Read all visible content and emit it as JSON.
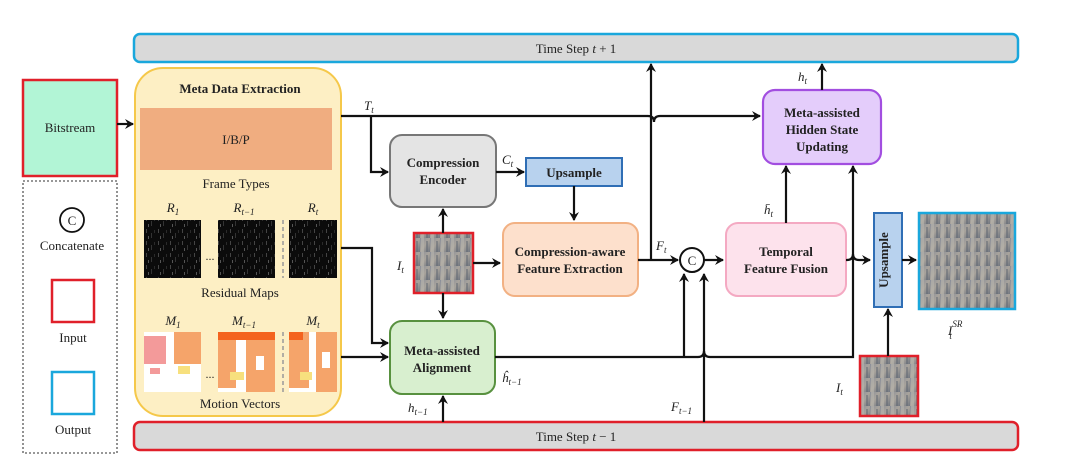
{
  "title": "Compression-aware video super-resolution pipeline",
  "timestep_next": {
    "prefix": "Time Step ",
    "var": "t",
    "suffix": " + 1"
  },
  "timestep_prev": {
    "prefix": "Time Step ",
    "var": "t",
    "suffix": " − 1"
  },
  "inputs": {
    "bitstream": "Bitstream"
  },
  "meta": {
    "title": "Meta Data Extraction",
    "frame_type_box": "I/B/P",
    "frame_types_caption": "Frame Types",
    "residual_caption": "Residual Maps",
    "motion_caption": "Motion Vectors",
    "residual_labels": [
      {
        "base": "R",
        "sub": "1"
      },
      {
        "base": "R",
        "sub": "t−1"
      },
      {
        "base": "R",
        "sub": "t"
      }
    ],
    "motion_labels": [
      {
        "base": "M",
        "sub": "1"
      },
      {
        "base": "M",
        "sub": "t−1"
      },
      {
        "base": "M",
        "sub": "t"
      }
    ],
    "ellipsis": "..."
  },
  "legend": {
    "concat_symbol": "C",
    "concat_label": "Concatenate",
    "input_label": "Input",
    "output_label": "Output"
  },
  "blocks": {
    "compression_encoder": [
      "Compression",
      "Encoder"
    ],
    "upsample_top": "Upsample",
    "cafe": [
      "Compression-aware",
      "Feature Extraction"
    ],
    "alignment": [
      "Meta-assisted",
      "Alignment"
    ],
    "tff": [
      "Temporal",
      "Feature Fusion"
    ],
    "hidden_state": [
      "Meta-assisted",
      "Hidden State",
      "Updating"
    ],
    "upsample_right": "Upsample",
    "concat": "C"
  },
  "signals": {
    "T_t": {
      "base": "T",
      "sub": "t"
    },
    "C_t": {
      "base": "C",
      "sub": "t"
    },
    "I_t": {
      "base": "I",
      "sub": "t"
    },
    "F_t": {
      "base": "F",
      "sub": "t"
    },
    "F_t_1": {
      "base": "F",
      "sub": "t−1"
    },
    "h_t": {
      "base": "h",
      "sub": "t"
    },
    "h_bar_t": {
      "base": "h̄",
      "sub": "t"
    },
    "h_hat_t_1": {
      "base": "ĥ",
      "sub": "t−1"
    },
    "h_t_1": {
      "base": "h",
      "sub": "t−1"
    },
    "I_SR": {
      "base": "I",
      "sub": "t",
      "sup": "SR"
    }
  },
  "colors": {
    "input_border": "#e0202a",
    "output_border": "#1aa7dc",
    "bitstream_fill": "#b2f5d6",
    "meta_fill": "#fdefc4",
    "meta_border": "#f5c84a",
    "frame_type_fill": "#f0ad80",
    "encoder_fill": "#e4e4e4",
    "encoder_border": "#777777",
    "upsample_fill": "#b8d2ee",
    "upsample_border": "#2f6eb5",
    "cafe_fill": "#fde0cc",
    "cafe_border": "#f2b183",
    "align_fill": "#d8efcf",
    "align_border": "#58913f",
    "tff_fill": "#fde2ec",
    "tff_border": "#f4a9c2",
    "hidden_fill": "#e4cdfb",
    "hidden_border": "#a24ee0",
    "timestep_fill": "#d9d9d9"
  }
}
